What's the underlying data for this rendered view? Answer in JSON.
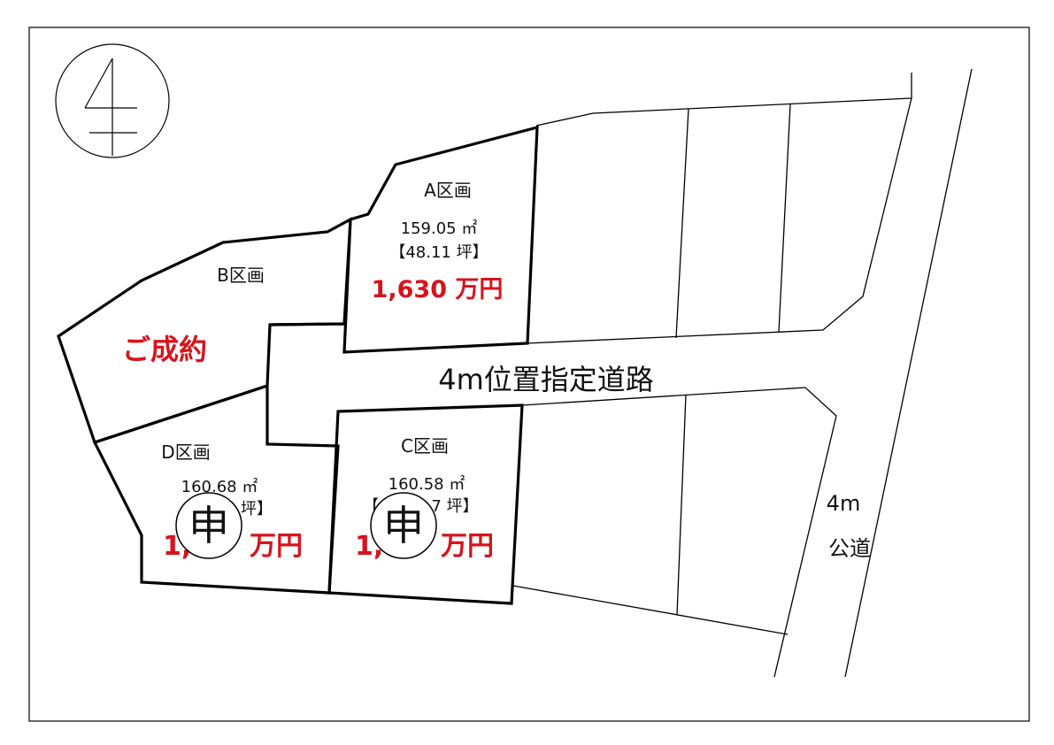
{
  "compass": {
    "symbol": "north-arrow-icon"
  },
  "road_main": {
    "label": "4m位置指定道路"
  },
  "road_side": {
    "width": "4m",
    "type": "公道"
  },
  "lots": {
    "A": {
      "name": "A区画",
      "area": "159.05 ㎡",
      "tsubo": "【48.11 坪】",
      "price": "1,630 万円",
      "status": ""
    },
    "B": {
      "name": "B区画",
      "status": "ご成約"
    },
    "C": {
      "name": "C区画",
      "area": "160.58 ㎡",
      "tsubo": "【",
      "tsubo_tail": "7 坪】",
      "price_head": "1,",
      "price_tail": "万円",
      "status": "申"
    },
    "D": {
      "name": "D区画",
      "area": "160.68 ㎡",
      "tsubo_tail": "坪】",
      "price_head": "1,",
      "price_tail": "万円",
      "status": "申"
    }
  },
  "colors": {
    "price": "#d6141c",
    "line": "#000000"
  }
}
